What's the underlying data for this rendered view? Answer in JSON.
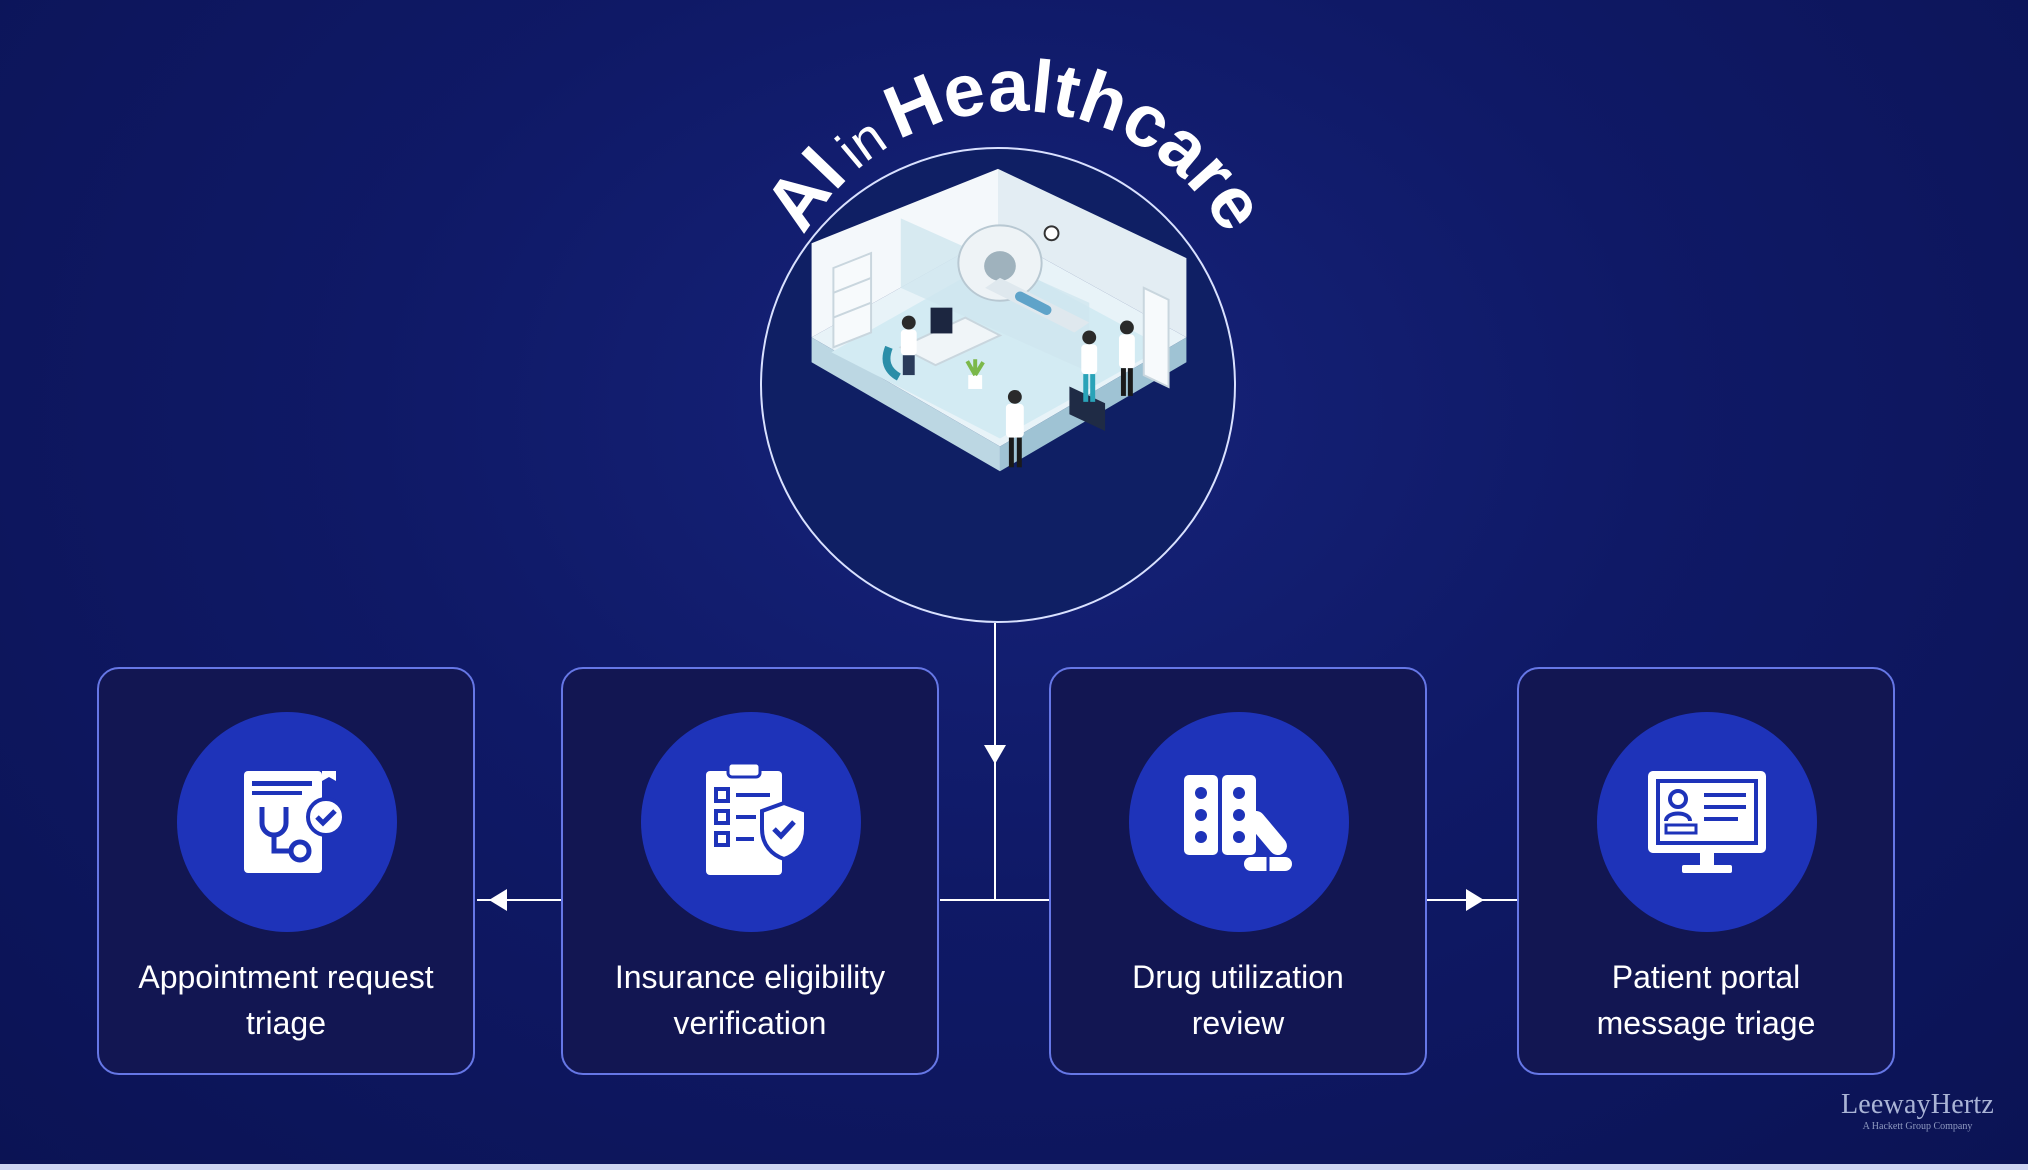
{
  "title": {
    "part1": "AI",
    "part2": "in",
    "part3": "Healthcare"
  },
  "hub": {
    "illustration": "hospital-mri-room-illustration"
  },
  "cards": [
    {
      "label_line1": "Appointment request",
      "label_line2": "triage",
      "icon": "medical-report-stethoscope-icon"
    },
    {
      "label_line1": "Insurance eligibility",
      "label_line2": "verification",
      "icon": "clipboard-checklist-shield-icon"
    },
    {
      "label_line1": "Drug utilization",
      "label_line2": "review",
      "icon": "pills-capsules-icon"
    },
    {
      "label_line1": "Patient portal",
      "label_line2": "message triage",
      "icon": "patient-monitor-profile-icon"
    }
  ],
  "brand": {
    "name": "LeewayHertz",
    "tagline": "A Hackett Group Company"
  },
  "colors": {
    "background": "#0f1966",
    "card_border": "#6677e6",
    "icon_circle": "#1e33b9",
    "text": "#ffffff"
  }
}
